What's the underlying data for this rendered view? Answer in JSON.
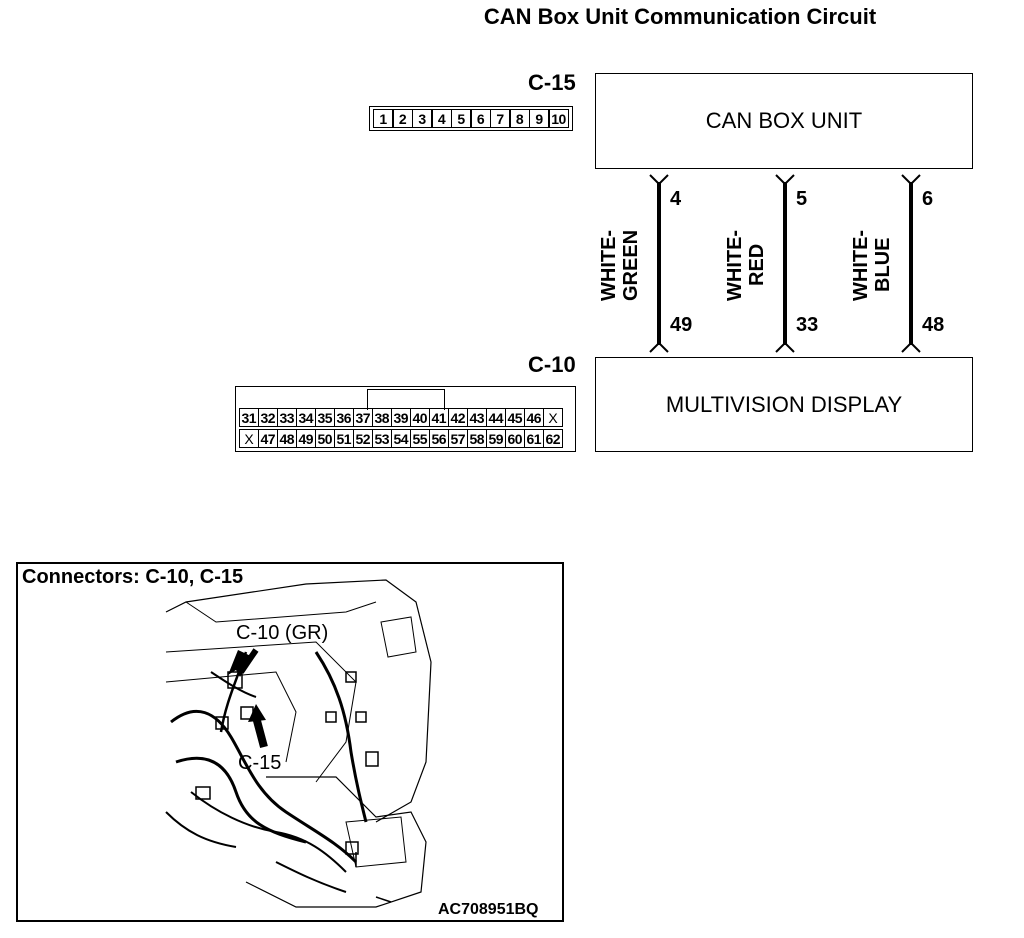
{
  "title": "CAN Box Unit Communication Circuit",
  "connectors": {
    "c15": {
      "label": "C-15",
      "pins": [
        "1",
        "2",
        "3",
        "4",
        "5",
        "6",
        "7",
        "8",
        "9",
        "10"
      ]
    },
    "c10": {
      "label": "C-10",
      "row1": [
        "31",
        "32",
        "33",
        "34",
        "35",
        "36",
        "37",
        "38",
        "39",
        "40",
        "41",
        "42",
        "43",
        "44",
        "45",
        "46",
        "X"
      ],
      "row2": [
        "X",
        "47",
        "48",
        "49",
        "50",
        "51",
        "52",
        "53",
        "54",
        "55",
        "56",
        "57",
        "58",
        "59",
        "60",
        "61",
        "62"
      ]
    }
  },
  "units": {
    "can_box": "CAN BOX UNIT",
    "multivision": "MULTIVISION DISPLAY"
  },
  "wires": [
    {
      "color_label": "WHITE-GREEN",
      "line1": "WHITE-",
      "line2": "GREEN",
      "top_pin": "4",
      "bottom_pin": "49"
    },
    {
      "color_label": "WHITE-RED",
      "line1": "WHITE-",
      "line2": "RED",
      "top_pin": "5",
      "bottom_pin": "33"
    },
    {
      "color_label": "WHITE-BLUE",
      "line1": "WHITE-",
      "line2": "BLUE",
      "top_pin": "6",
      "bottom_pin": "48"
    }
  ],
  "location_panel": {
    "title": "Connectors: C-10, C-15",
    "callout_c10": "C-10 (GR)",
    "callout_c15": "C-15",
    "figure_code": "AC708951BQ"
  }
}
